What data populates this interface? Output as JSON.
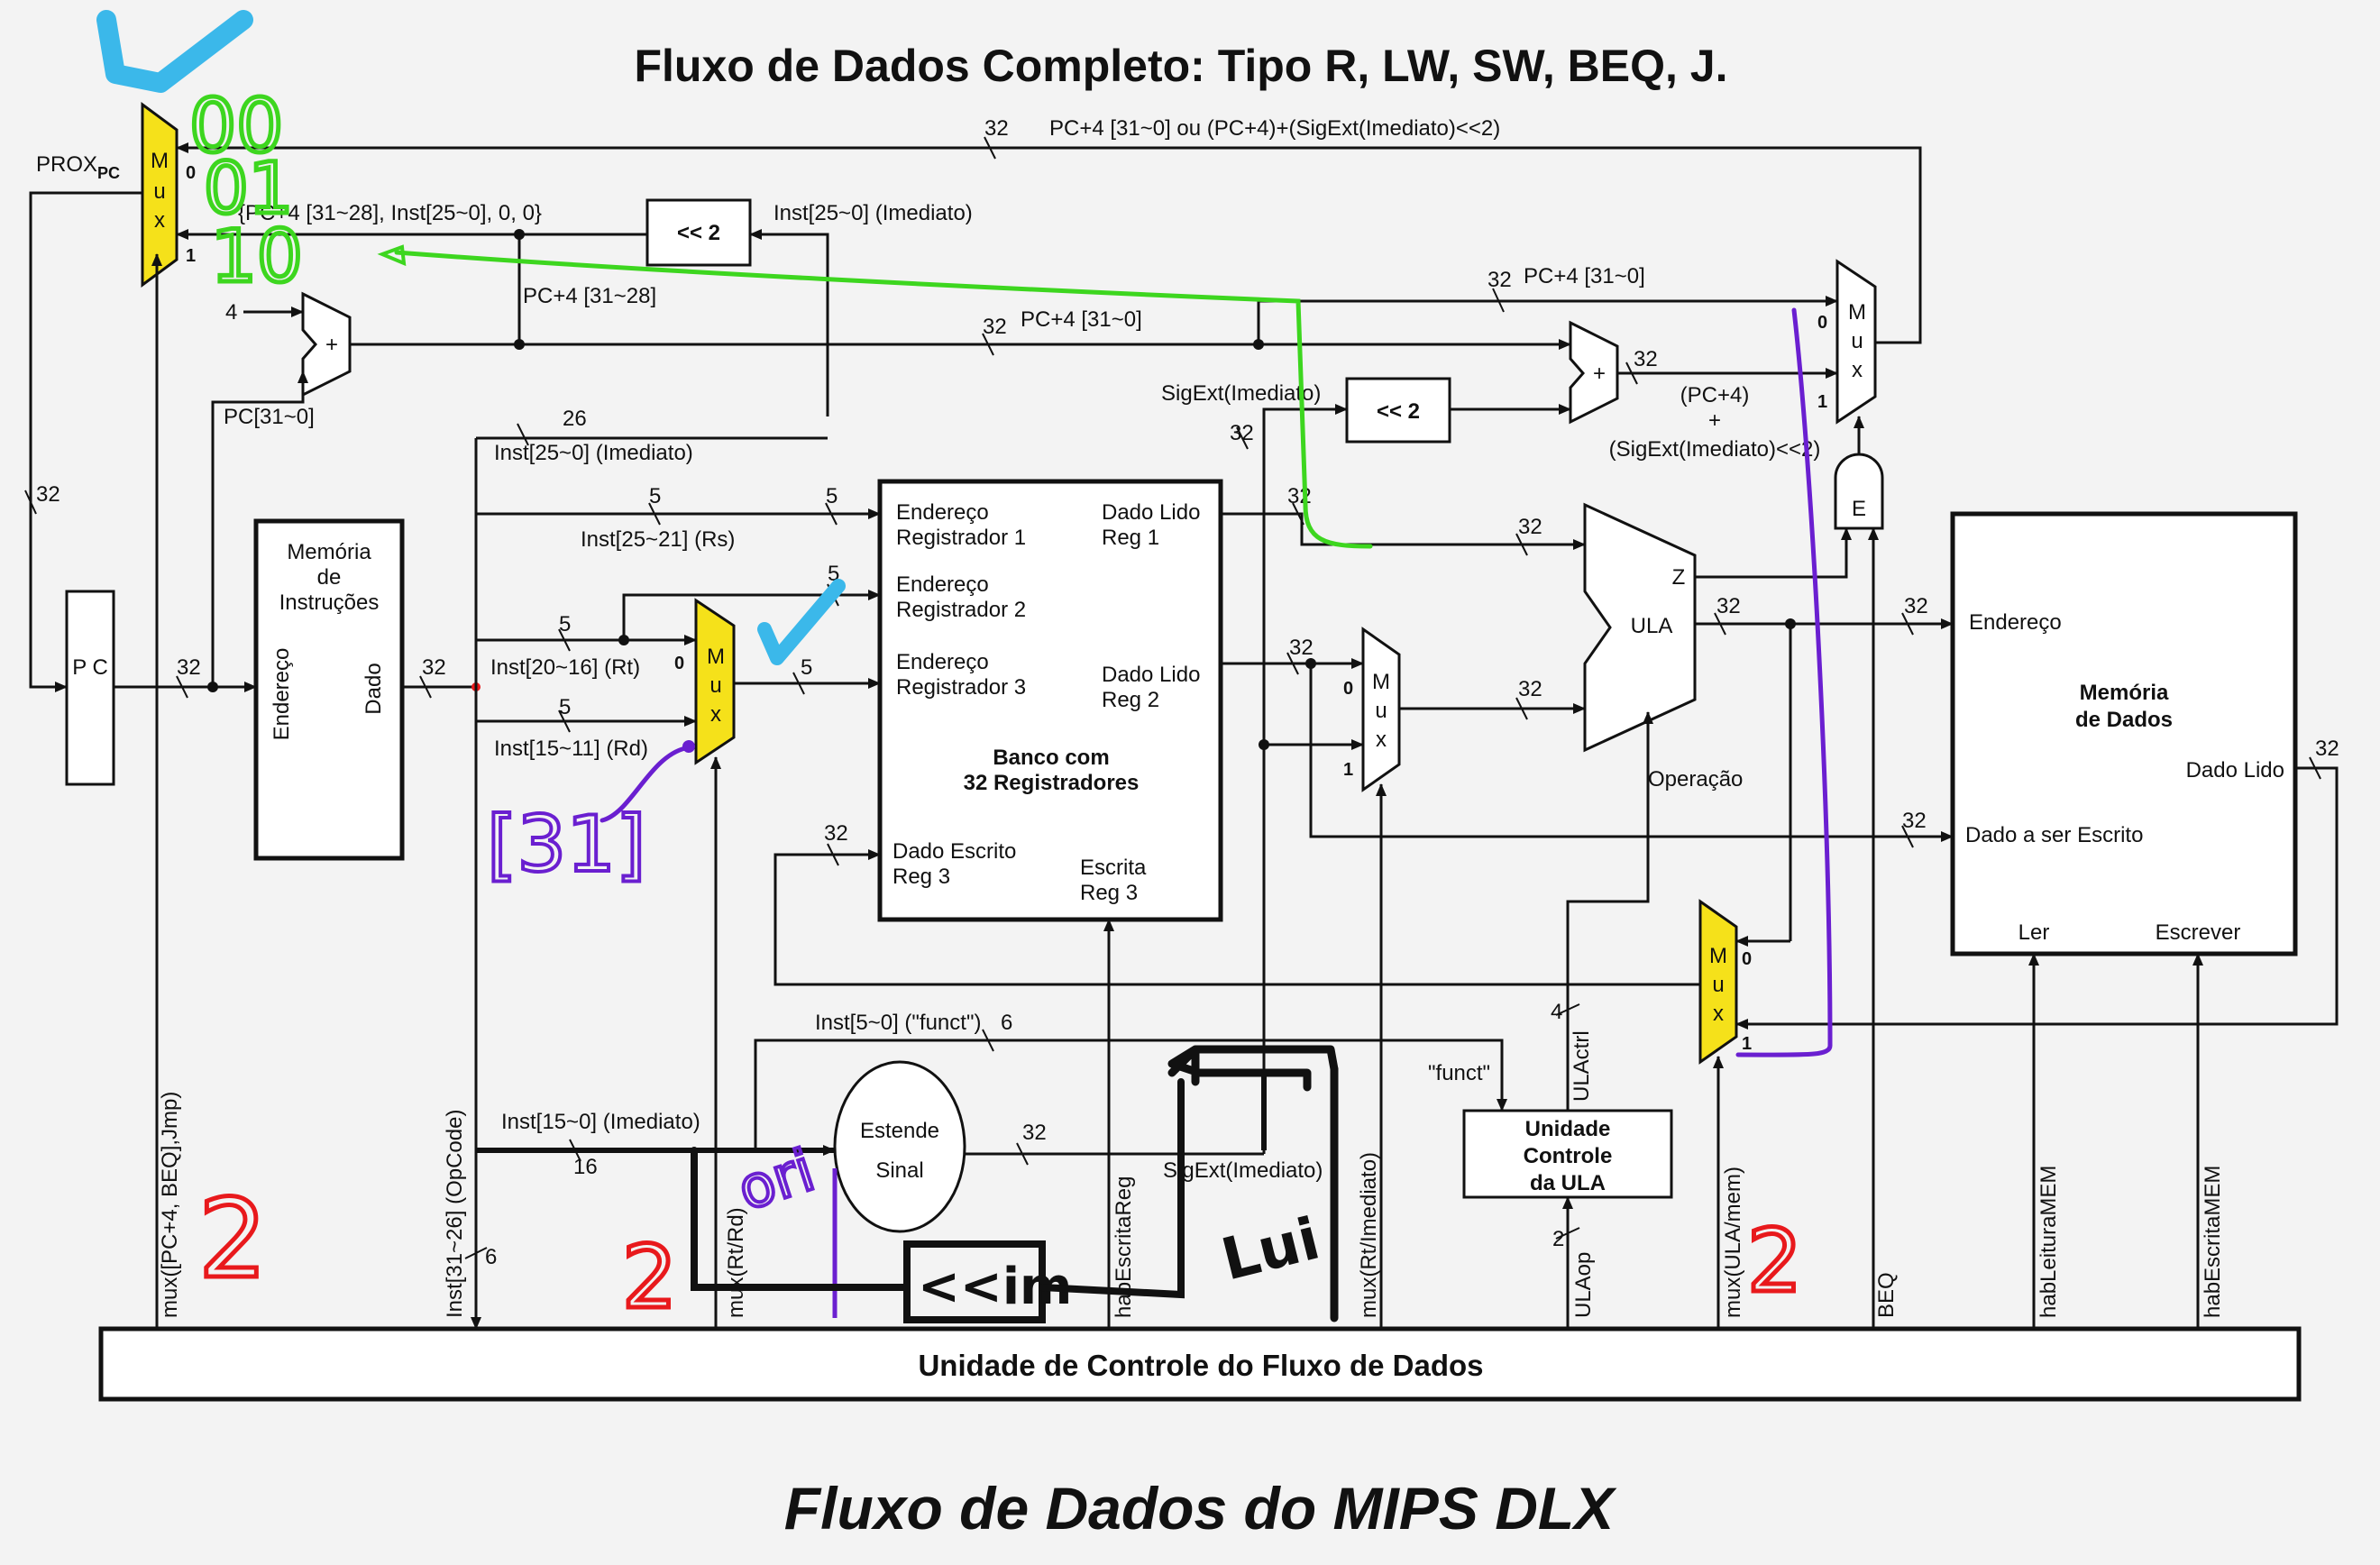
{
  "title": "Fluxo de Dados Completo: Tipo R, LW, SW, BEQ, J.",
  "footer_title": "Fluxo de Dados do MIPS DLX",
  "colors": {
    "mux_highlight": "#f5e11a",
    "annot_green": "#3dd61f",
    "annot_blue": "#3bb8ea",
    "annot_purple": "#6a1fd0",
    "annot_red": "#e8191c",
    "line": "#111111"
  },
  "blocks": {
    "pc": "P C",
    "instr_mem": [
      "Memória",
      "de",
      "Instruções"
    ],
    "instr_mem_addr": "Endereço",
    "instr_mem_data": "Dado",
    "reg_bank": {
      "addr1": [
        "Endereço",
        "Registrador 1"
      ],
      "addr2": [
        "Endereço",
        "Registrador 2"
      ],
      "addr3": [
        "Endereço",
        "Registrador 3"
      ],
      "data1": [
        "Dado Lido",
        "Reg 1"
      ],
      "data2": [
        "Dado Lido",
        "Reg 2"
      ],
      "write_data": [
        "Dado Escrito",
        "Reg 3"
      ],
      "write_en": [
        "Escrita",
        "Reg 3"
      ],
      "name": [
        "Banco com",
        "32 Registradores"
      ]
    },
    "alu": "ULA",
    "alu_zero": "Z",
    "alu_op": "Operação",
    "data_mem": {
      "name": [
        "Memória",
        "de Dados"
      ],
      "addr": "Endereço",
      "read_data": "Dado Lido",
      "write_data": "Dado a ser Escrito",
      "read": "Ler",
      "write": "Escrever"
    },
    "sign_ext": [
      "Estende",
      "Sinal"
    ],
    "alu_ctrl": [
      "Unidade",
      "Controle",
      "da ULA"
    ],
    "control_unit": "Unidade de Controle do Fluxo de Dados",
    "and_gate": "E",
    "shift": "<< 2",
    "adder": "+",
    "mux": [
      "M",
      "u",
      "x"
    ]
  },
  "labels": {
    "prox_pc": "PROX",
    "prox_pc_sub": "PC",
    "jump_addr": "{PC+4 [31~28], Inst[25~0], 0, 0}",
    "pc_branch_out": "PC+4 [31~0] ou (PC+4)+(SigExt(Imediato)<<2)",
    "inst_25_0_imm": "Inst[25~0] (Imediato)",
    "pc4_31_28": "PC+4 [31~28]",
    "pc4_31_0": "PC+4 [31~0]",
    "pc_31_0": "PC[31~0]",
    "sigext_imm": "SigExt(Imediato)",
    "branch_sum": [
      "(PC+4)",
      "+",
      "(SigExt(Imediato)<<2)"
    ],
    "inst_25_0": "Inst[25~0] (Imediato)",
    "inst_25_21": "Inst[25~21] (Rs)",
    "inst_20_16": "Inst[20~16] (Rt)",
    "inst_15_11": "Inst[15~11] (Rd)",
    "inst_5_0": "Inst[5~0] (\"funct\")",
    "inst_15_0": "Inst[15~0] (Imediato)",
    "funct": "\"funct\"",
    "ula_ctrl": "ULActrl",
    "ula_op": "ULAop",
    "const_4": "4",
    "ctrl_mux_pc": "mux([PC+4, BEQ],Jmp)",
    "ctrl_opcode": "Inst[31~26] (OpCode)",
    "ctrl_mux_rt_rd": "mux(Rt/Rd)",
    "ctrl_hab_reg": "habEscritaReg",
    "ctrl_mux_imm": "mux(Rt/Imediato)",
    "ctrl_mux_ula_mem": "mux(ULA/mem)",
    "ctrl_beq": "BEQ",
    "ctrl_hab_read": "habLeituraMEM",
    "ctrl_hab_write": "habEscritaMEM"
  },
  "bus_widths": {
    "w32": "32",
    "w26": "26",
    "w16": "16",
    "w6": "6",
    "w5": "5",
    "w4": "4",
    "w2": "2"
  },
  "mux_inputs": {
    "zero": "0",
    "one": "1"
  },
  "annotations": {
    "mux_codes": [
      "00",
      "01",
      "10"
    ],
    "reg31": "[31]",
    "ori": "ori",
    "sll": "<<im",
    "lui": "Lui",
    "two": "2"
  }
}
